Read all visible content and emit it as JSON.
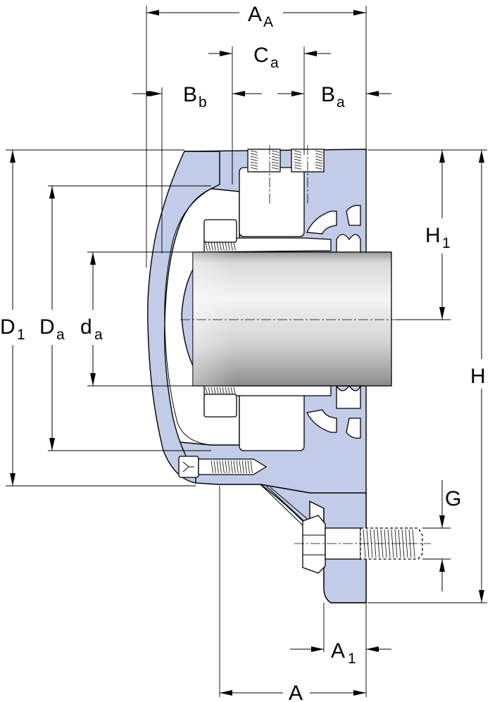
{
  "drawing": {
    "colors": {
      "housing": "#c2cce8",
      "line": "#000000",
      "shaft_light": "#f2f2f2",
      "shaft_dark": "#9a9a9a"
    },
    "labels": {
      "AA": {
        "main": "A",
        "sub": "A"
      },
      "Ca": {
        "main": "C",
        "sub": "a"
      },
      "Bb": {
        "main": "B",
        "sub": "b"
      },
      "Ba": {
        "main": "B",
        "sub": "a"
      },
      "H1": {
        "main": "H",
        "sub": "1"
      },
      "D1": {
        "main": "D",
        "sub": "1"
      },
      "Da": {
        "main": "D",
        "sub": "a"
      },
      "da": {
        "main": "d",
        "sub": "a"
      },
      "H": {
        "main": "H",
        "sub": ""
      },
      "G": {
        "main": "G",
        "sub": ""
      },
      "A1": {
        "main": "A",
        "sub": "1"
      },
      "A": {
        "main": "A",
        "sub": ""
      }
    }
  }
}
